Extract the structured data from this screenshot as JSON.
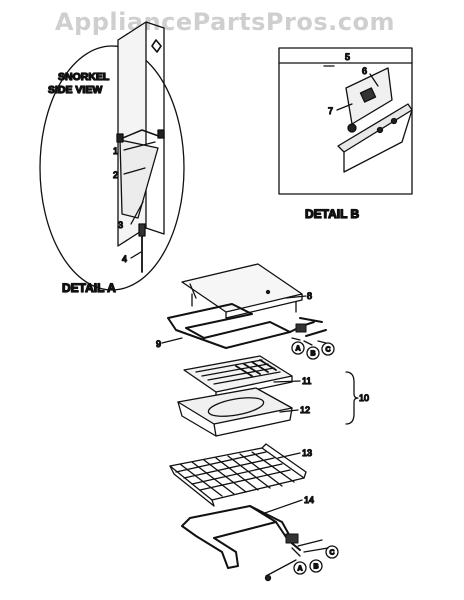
{
  "watermark": "AppliancePartsPros.com",
  "captions": {
    "snorkel_line1": "SNORKEL",
    "snorkel_line2": "SIDE VIEW",
    "detail_a": "DETAIL A",
    "detail_b": "DETAIL B"
  },
  "callouts": {
    "c1": "1",
    "c2": "2",
    "c3": "3",
    "c4": "4",
    "c5": "5",
    "c6": "6",
    "c7": "7",
    "c8": "8",
    "c9": "9",
    "c10": "10",
    "c11": "11",
    "c12": "12",
    "c13": "13",
    "c14": "14"
  },
  "badges": {
    "a": "A",
    "b": "B",
    "c": "C"
  }
}
